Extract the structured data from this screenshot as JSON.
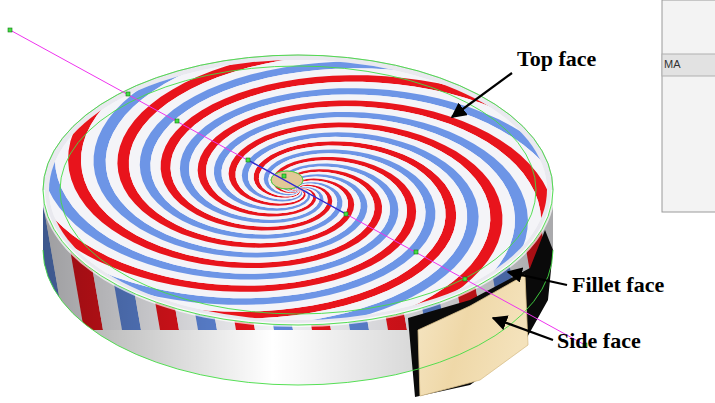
{
  "diagram": {
    "labels": [
      "Top face",
      "Fillet face",
      "Side face",
      "MA"
    ]
  }
}
